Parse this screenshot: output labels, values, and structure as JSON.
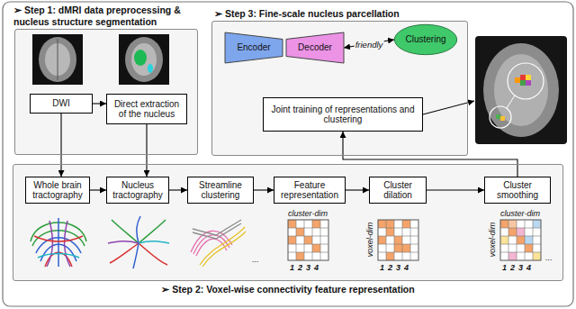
{
  "diagram": {
    "nodes": [
      {
        "text": [
          "➢ Step 1: dMRI data preprocessing & nucleus structure segmentation"
        ]
      },
      {
        "text": [
          "DWI"
        ],
        "in": 0
      },
      {
        "text": [
          "Direct extraction of the nucleus"
        ],
        "in": 0
      },
      {
        "text": [
          "➢ Step 3: Fine-scale nucleus parcellation"
        ]
      },
      {
        "text": [
          "Encoder"
        ],
        "in": 3
      },
      {
        "text": [
          "Decoder"
        ],
        "in": 3
      },
      {
        "text": [
          "Clustering"
        ],
        "in": 3
      },
      {
        "text": [
          "Joint training of representations and clustering"
        ],
        "in": 3
      },
      {
        "text": [
          "➢ Step 2: Voxel-wise connectivity feature representation"
        ]
      },
      {
        "text": [
          "Whole brain tractography"
        ],
        "in": 8
      },
      {
        "text": [
          "Nucleus tractography"
        ],
        "in": 8
      },
      {
        "text": [
          "Streamline clustering"
        ],
        "in": 8
      },
      {
        "text": [
          "Feature representation"
        ],
        "in": 8
      },
      {
        "text": [
          "Cluster dilation"
        ],
        "in": 8
      },
      {
        "text": [
          "Cluster smoothing"
        ],
        "in": 8
      }
    ],
    "edges": [
      {
        "from": 1,
        "to": 2,
        "arrow": "to"
      },
      {
        "from": 1,
        "to": 9,
        "arrow": "to"
      },
      {
        "from": 2,
        "to": 10,
        "arrow": "to"
      },
      {
        "from": 9,
        "to": 10,
        "arrow": "to"
      },
      {
        "from": 10,
        "to": 11,
        "arrow": "to"
      },
      {
        "from": 11,
        "to": 12,
        "arrow": "to"
      },
      {
        "from": 12,
        "to": 13,
        "arrow": "to"
      },
      {
        "from": 13,
        "to": 14,
        "arrow": "to"
      },
      {
        "from": 14,
        "to": 7,
        "arrow": "to"
      },
      {
        "from": 5,
        "to": 6,
        "label": "friendly",
        "arrow": "both"
      }
    ],
    "labels": [
      "...",
      "cluster-dim",
      "1 2 3 4",
      "voxel-dim",
      "1 2 3 4",
      "cluster-dim",
      "voxel-dim",
      "1 2 3 4",
      "..."
    ]
  }
}
